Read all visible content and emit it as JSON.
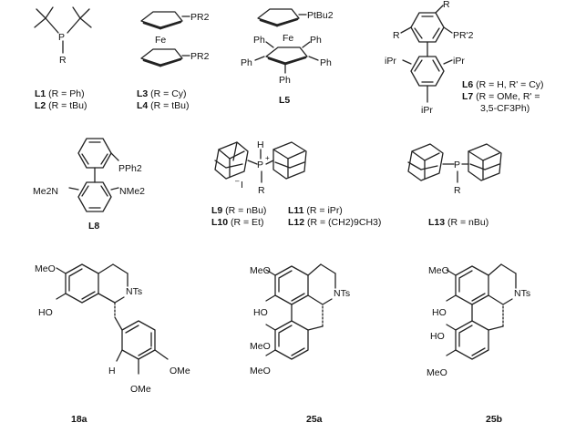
{
  "atoms": {
    "P": "P",
    "R": "R",
    "Fe": "Fe",
    "PR2": "PR2",
    "PtBu2": "PtBu2",
    "Ph": "Ph",
    "PRprime2": "PR'2",
    "iPr": "iPr",
    "PPh2": "PPh2",
    "NMe2": "NMe2",
    "Me2N": "Me2N",
    "H": "H",
    "Iminus": "I",
    "plus": "+",
    "minus": "–",
    "MeO": "MeO",
    "HO": "HO",
    "OMe": "OMe",
    "NTs": "NTs"
  },
  "captions": {
    "L1": {
      "id": "L1",
      "text": " (R = Ph)"
    },
    "L2": {
      "id": "L2",
      "text": " (R = tBu)"
    },
    "L3": {
      "id": "L3",
      "text": " (R = Cy)"
    },
    "L4": {
      "id": "L4",
      "text": " (R = tBu)"
    },
    "L5": {
      "id": "L5",
      "text": ""
    },
    "L6": {
      "id": "L6",
      "text": " (R = H, R' = Cy)"
    },
    "L7": {
      "id": "L7",
      "text": " (R = OMe, R' ="
    },
    "L7b": {
      "text": "3,5-CF3Ph)"
    },
    "L8": {
      "id": "L8",
      "text": ""
    },
    "L9": {
      "id": "L9",
      "text": " (R = nBu)"
    },
    "L10": {
      "id": "L10",
      "text": " (R = Et)"
    },
    "L11": {
      "id": "L11",
      "text": " (R = iPr)"
    },
    "L12": {
      "id": "L12",
      "text": " (R = (CH2)9CH3)"
    },
    "L13": {
      "id": "L13",
      "text": " (R = nBu)"
    },
    "c18a": {
      "id": "18a",
      "text": ""
    },
    "c25a": {
      "id": "25a",
      "text": ""
    },
    "c25b": {
      "id": "25b",
      "text": ""
    }
  }
}
